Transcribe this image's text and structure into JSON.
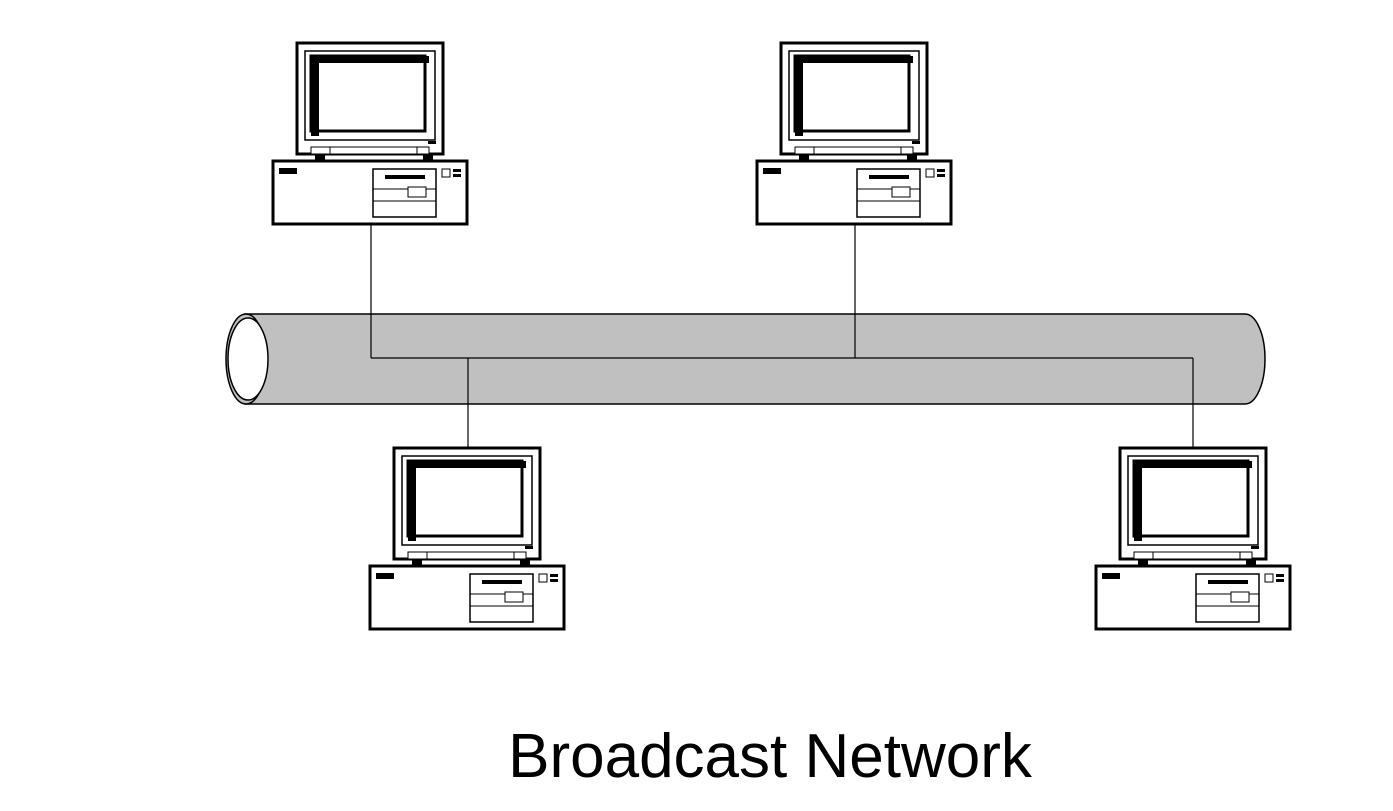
{
  "caption": "Broadcast Network",
  "colors": {
    "cable_fill": "#c0c0c0",
    "cable_end": "#ffffff",
    "stroke": "#000000"
  },
  "computers": [
    {
      "id": "top-left",
      "icon": "desktop-computer-icon"
    },
    {
      "id": "top-right",
      "icon": "desktop-computer-icon"
    },
    {
      "id": "bottom-left",
      "icon": "desktop-computer-icon"
    },
    {
      "id": "bottom-right",
      "icon": "desktop-computer-icon"
    }
  ]
}
